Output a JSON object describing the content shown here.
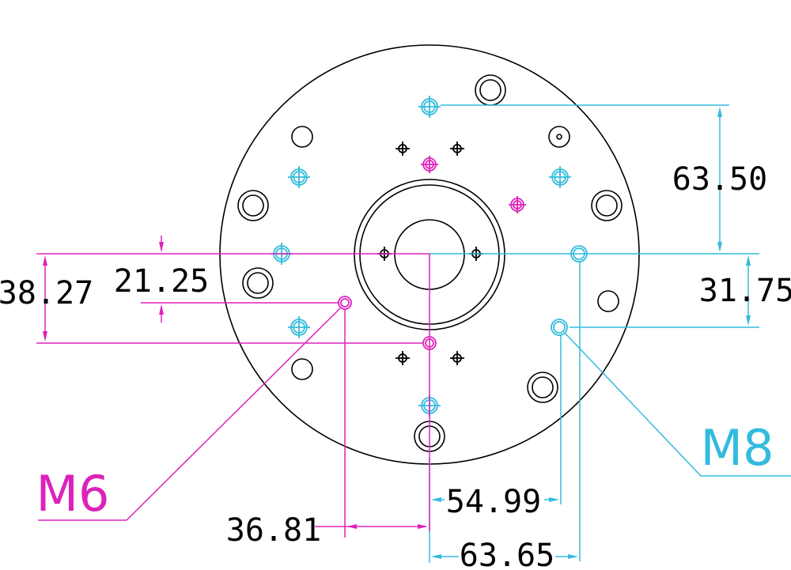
{
  "colors": {
    "outline": "#000000",
    "m8": "#33bbdd",
    "m6": "#dd22bb",
    "background": "#ffffff"
  },
  "dimensions": {
    "d_63_50": "63.50",
    "d_31_75": "31.75",
    "d_38_27": "38.27",
    "d_21_25": "21.25",
    "d_36_81": "36.81",
    "d_54_99": "54.99",
    "d_63_65": "63.65"
  },
  "labels": {
    "m6": "M6",
    "m8": "M8"
  }
}
